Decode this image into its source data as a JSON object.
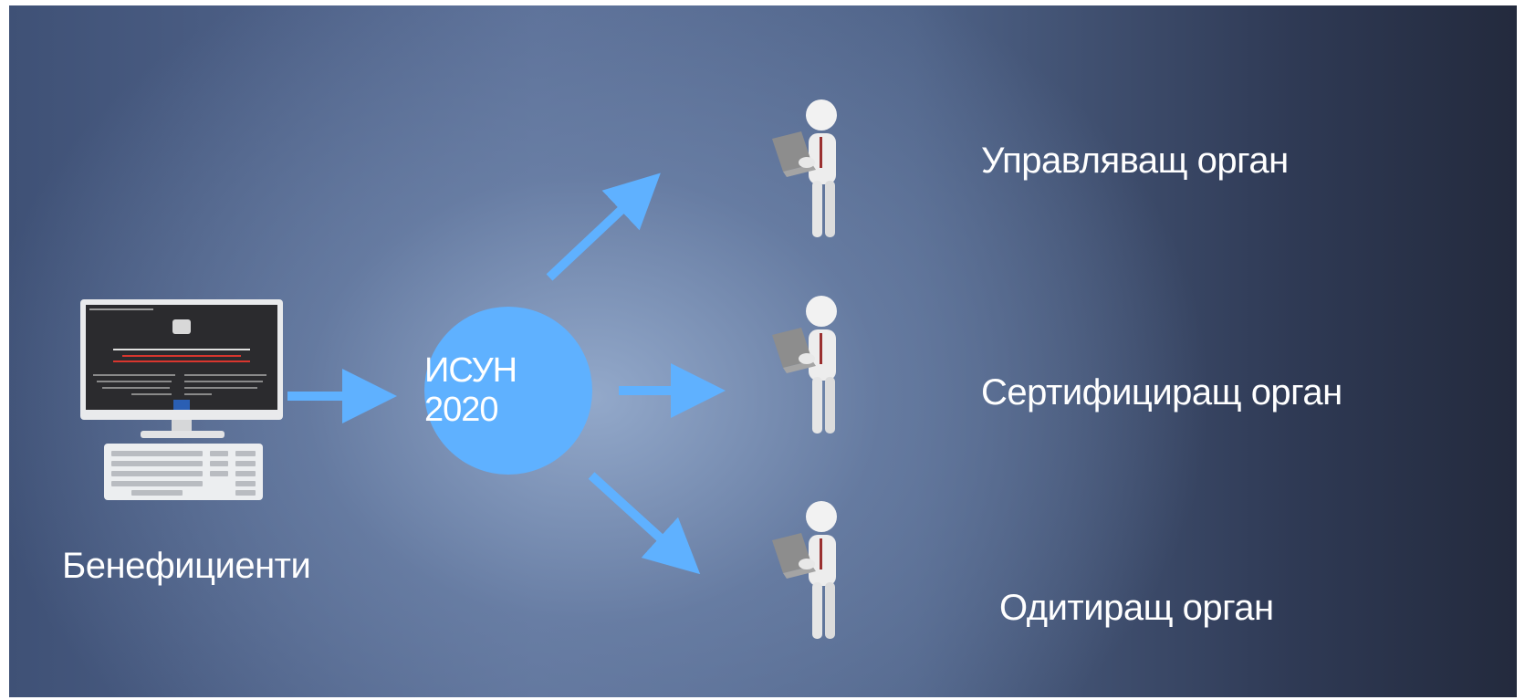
{
  "hub": {
    "label": "ИСУН 2020",
    "color": "#5fb1ff"
  },
  "source": {
    "label": "Бенефициенти",
    "icon": "computer-icon"
  },
  "targets": [
    {
      "label": "Управляващ орган",
      "icon": "person-laptop-icon"
    },
    {
      "label": "Сертифициращ орган",
      "icon": "person-laptop-icon"
    },
    {
      "label": "Одитиращ орган",
      "icon": "person-laptop-icon"
    }
  ],
  "colors": {
    "arrow": "#5fb1ff",
    "text": "#ffffff",
    "background_center": "#8ea6c8",
    "background_edge": "#232a3d"
  }
}
